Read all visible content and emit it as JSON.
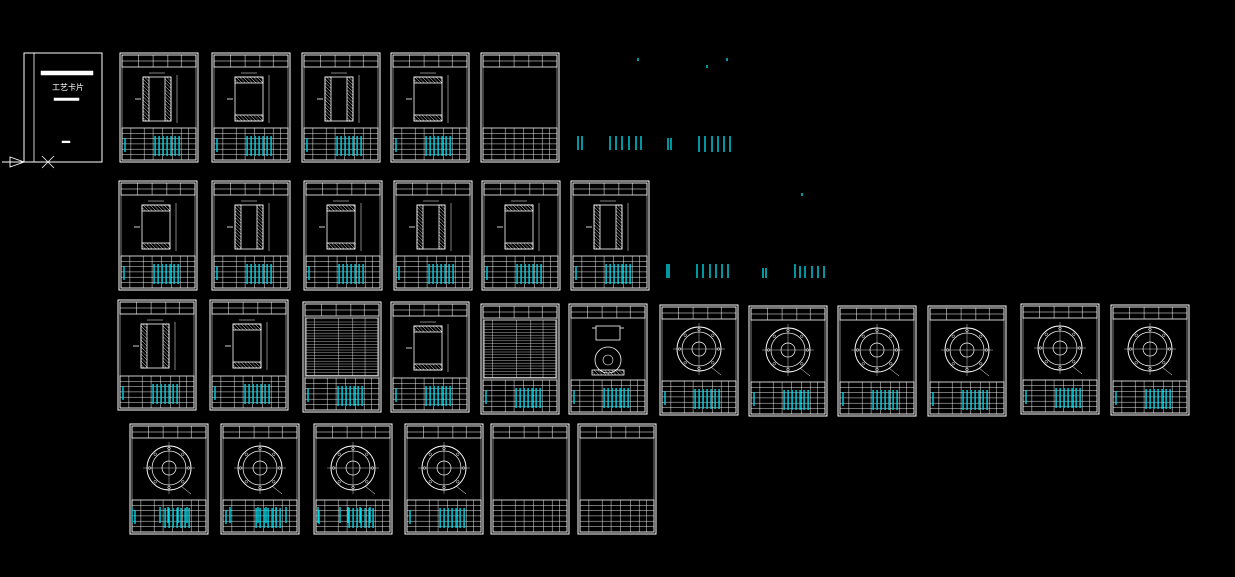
{
  "viewport": {
    "background": "#000000",
    "colors": {
      "line": "#ffffff",
      "hatch": "#ffffff",
      "accent": "#00d8e8"
    }
  },
  "cover_sheet": {
    "title_text": "工艺卡片"
  },
  "ucs_icon": "ucs-axis-icon",
  "sheet_rows": [
    {
      "row": 1,
      "sheet_types": [
        "part-view",
        "part-view",
        "part-view",
        "part-view",
        "blank-form"
      ]
    },
    {
      "row": 2,
      "sheet_types": [
        "part-view",
        "part-view",
        "part-view",
        "part-view",
        "part-view",
        "part-view"
      ]
    },
    {
      "row": 3,
      "sheet_types": [
        "part-view",
        "part-view",
        "table-form",
        "part-view",
        "table-form",
        "fixture-view",
        "flange-view",
        "flange-view",
        "flange-view",
        "flange-view",
        "flange-view",
        "flange-view"
      ]
    },
    {
      "row": 4,
      "sheet_types": [
        "flange-view",
        "flange-view",
        "flange-view",
        "flange-view",
        "blank-form",
        "blank-form"
      ]
    }
  ]
}
